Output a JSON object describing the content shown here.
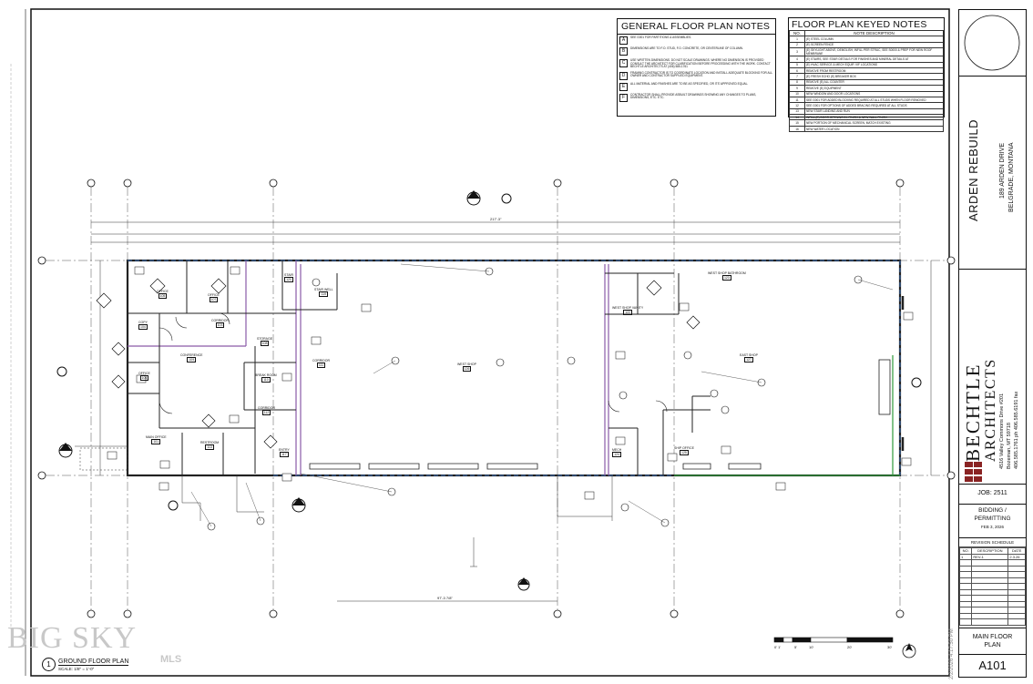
{
  "general_notes": {
    "title": "GENERAL FLOOR PLAN NOTES",
    "items": [
      {
        "tag": "A",
        "text": "SEE G001 FOR PARTITIONS & ASSEMBLIES."
      },
      {
        "tag": "B",
        "text": "DIMENSIONS ARE TO F.O. STUD, F.O. CONCRETE, OR CENTERLINE OF COLUMN."
      },
      {
        "tag": "C",
        "text": "USE WRITTEN DIMENSIONS. DO NOT SCALE DRAWINGS. WHERE NO DIMENSION IS PROVIDED CONSULT THE ARCHITECT FOR CLARIFICATION BEFORE PROCEEDING WITH THE WORK. CONTACT BECHTLE ARCHITECTS AT (406) 585-1761"
      },
      {
        "tag": "D",
        "text": "FRAMING CONTRACTOR IS TO COORDINATE LOCATION AND INSTALL ADEQUATE BLOCKING FOR ALL OWNER AND CONTRACTOR SUPPLIED EQUIPMENT."
      },
      {
        "tag": "E",
        "text": "ALL MATERIAL AND FINISHES ARE TO BE AS SPECIFIED, OR ITS' APPROVED EQUAL."
      },
      {
        "tag": "F",
        "text": "CONTRACTOR SHALL PROVIDE ASBUILT DRAWINGS SHOWING ANY CHANGES TO PLANS, DIMENSIONS, ETC. ETC."
      }
    ]
  },
  "keyed_notes": {
    "title": "FLOOR PLAN KEYED NOTES",
    "col_no": "NO.",
    "col_desc": "NOTE DESCRIPTION",
    "items": [
      {
        "no": "1",
        "text": "(E) STEEL COLUMN"
      },
      {
        "no": "2",
        "text": "(E) SCREEN FENCE"
      },
      {
        "no": "3",
        "text": "(E) SKYLIGHT ABOVE, DEMOLISH, INFILL PER STRUC, SEE S0000 & PREP FOR NEW ROOF MEMBRANE"
      },
      {
        "no": "4",
        "text": "(E) STAIRS, SEE STAIR DETAILS FOR FINISHES AND MINERAL DETAILS AT"
      },
      {
        "no": "5",
        "text": "(E) HVAC SERVICE & MECH EQUIP, VIF LOCATIONS"
      },
      {
        "no": "6",
        "text": "REMOVE FROM RESTROOM"
      },
      {
        "no": "7",
        "text": "(E) FRESH ECHO (E) BREAKER BOX"
      },
      {
        "no": "8",
        "text": "REMOVE (E) ALL COUNTER"
      },
      {
        "no": "9",
        "text": "REMOVE (E) EQUIPMENT"
      },
      {
        "no": "10",
        "text": "NEW WINDOW AND DOOR LOCATIONS"
      },
      {
        "no": "11",
        "text": "SEE G001 FOR ADDED BLOCKING REQUIRED AT ALL STUDS WHEN FLOOR REMOVED"
      },
      {
        "no": "12",
        "text": "SEE G001 FOR OPTIONS OF ADDED BRACING REQUIRED AT ALL STUDS"
      },
      {
        "no": "13",
        "text": "NEW STAIR LANDING AND RUN"
      },
      {
        "no": "14",
        "text": "INFILL (E) DOOR OPENING IN, FINISH & NEW WALL FINISH"
      },
      {
        "no": "15",
        "text": "NEW PORTION OF MECHANICAL SCREEN, MATCH EXISTING"
      },
      {
        "no": "16",
        "text": "NEW WATER LOCATION"
      }
    ]
  },
  "project": {
    "name": "ARDEN REBUILD",
    "address_line1": "189 ARDEN DRIVE",
    "address_line2": "BELGRADE, MONTANA"
  },
  "architect": {
    "name_line1": "BECHTLE",
    "name_line2": "ARCHITECTS",
    "address": "4516 Valley Commons Drive #201",
    "city": "Bozeman, MT 59718",
    "phone": "406.585.1761 ph 406.585.6191 fax"
  },
  "job": {
    "label": "JOB:",
    "number": "2511"
  },
  "phase": {
    "line1": "BIDDING /",
    "line2": "PERMITTING",
    "date": "FEB 3, 2026"
  },
  "revision": {
    "title": "REVISION SCHEDULE",
    "headers": [
      "NO.",
      "DESCRIPTION",
      "DATE"
    ],
    "rows": [
      [
        "1",
        "REV-1",
        "2.3.26"
      ]
    ]
  },
  "sheet": {
    "title_line1": "MAIN FLOOR",
    "title_line2": "PLAN",
    "number": "A101"
  },
  "plan": {
    "number": "1",
    "title": "GROUND FLOOR PLAN",
    "scale": "SCALE: 1/8\" = 1'-0\"",
    "north": "N",
    "scale_bar": [
      "0' 1'",
      "5'",
      "10'",
      "20'",
      "30'"
    ],
    "dim_overall": "217'-3\"",
    "dim_bottom": "97'-3 7/8\"",
    "rooms": [
      {
        "label": "OFFICE",
        "num": "105"
      },
      {
        "label": "OFFICE",
        "num": "107"
      },
      {
        "label": "CORRIDOR",
        "num": "103"
      },
      {
        "label": "COPY",
        "num": "104"
      },
      {
        "label": "CONFERENCE",
        "num": "109"
      },
      {
        "label": "STORAGE",
        "num": "108"
      },
      {
        "label": "OFFICE",
        "num": "106"
      },
      {
        "label": "BREAK ROOM",
        "num": "110"
      },
      {
        "label": "CORRIDOR",
        "num": "112"
      },
      {
        "label": "MAIN OFFICE",
        "num": "101"
      },
      {
        "label": "RESTROOM",
        "num": "113"
      },
      {
        "label": "ENTRY",
        "num": "117"
      },
      {
        "label": "CORRIDOR",
        "num": "111"
      },
      {
        "label": "STAIR",
        "num": "120"
      },
      {
        "label": "STAIR WELL",
        "num": "119"
      },
      {
        "label": "WEST SHOP",
        "num": "126"
      },
      {
        "label": "WEST SHOP BATHROOM",
        "num": "123"
      },
      {
        "label": "WEST SHOP VANITY",
        "num": "122"
      },
      {
        "label": "EAST SHOP",
        "num": "127"
      },
      {
        "label": "MECH",
        "num": "124"
      },
      {
        "label": "SHIP OFFICE",
        "num": "125"
      }
    ]
  },
  "watermark": {
    "text": "BIG SKY",
    "sub": "MLS"
  },
  "stamp": "2/2/2026 4:17:50 PM"
}
